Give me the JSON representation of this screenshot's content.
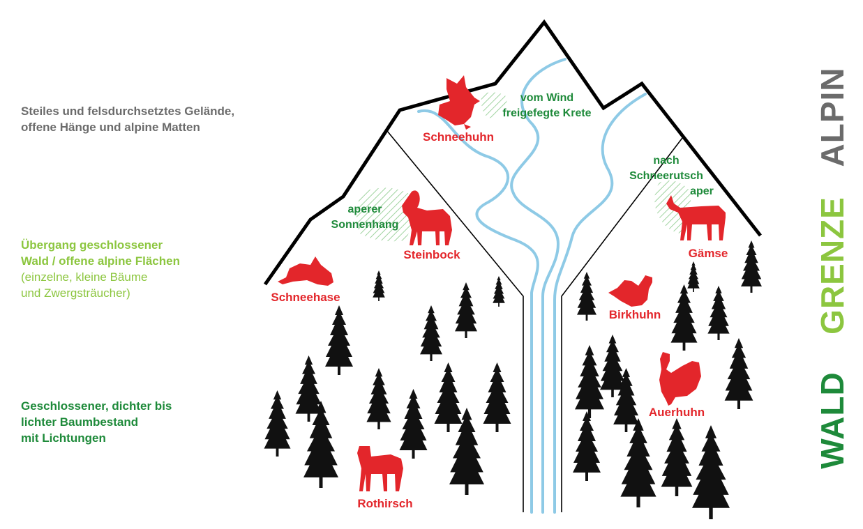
{
  "zones": {
    "alpine": {
      "lines": [
        "Steiles und felsdurchsetztes Gelände,",
        "offene Hänge und alpine Matten"
      ],
      "color": "#6b6b6b"
    },
    "transition": {
      "lines": [
        "Übergang geschlossener",
        "Wald / offene alpine Flächen"
      ],
      "sub_lines": [
        "(einzelne, kleine Bäume",
        "und Zwergsträucher)"
      ],
      "color": "#8cc63f"
    },
    "forest": {
      "lines": [
        "Geschlossener, dichter bis",
        "lichter Baumbestand",
        "mit Lichtungen"
      ],
      "color": "#1e8a3a"
    }
  },
  "side_labels": {
    "alpin": "ALPIN",
    "grenze": "GRENZE",
    "wald": "WALD"
  },
  "animals": {
    "schneehuhn": "Schneehuhn",
    "steinbock": "Steinbock",
    "gaemse": "Gämse",
    "schneehase": "Schneehase",
    "birkhuhn": "Birkhuhn",
    "auerhuhn": "Auerhuhn",
    "rothirsch": "Rothirsch"
  },
  "notes": {
    "wind": [
      "vom Wind",
      "freigefegte Krete"
    ],
    "sun": [
      "aperer",
      "Sonnenhang"
    ],
    "snow": [
      "nach",
      "Schneerutsch",
      "aper"
    ]
  },
  "colors": {
    "animal": "#e3262b",
    "note": "#1e8a3a",
    "river": "#8ecae6",
    "tree": "#111111",
    "mountain_outline": "#000000"
  }
}
